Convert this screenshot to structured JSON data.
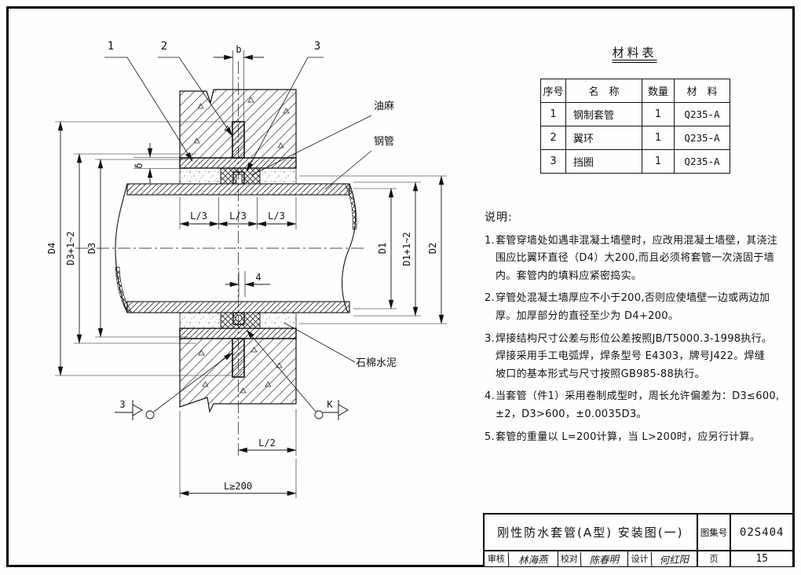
{
  "diagram": {
    "callout_1": "1",
    "callout_2": "2",
    "callout_3": "3",
    "dim_b": "b",
    "dim_delta": "δ",
    "dim_d4": "D4",
    "dim_d3_plus": "D3+1~2",
    "dim_d3": "D3",
    "dim_l3": "L/3",
    "dim_4": "4",
    "dim_d1": "D1",
    "dim_d1_plus": "D1+1~2",
    "dim_d2": "D2",
    "dim_l2": "L/2",
    "dim_l_min": "L≥200",
    "label_oakum": "油麻",
    "label_steel_pipe": "钢管",
    "label_asbestos_cement": "石棉水泥",
    "section_3": "3",
    "section_k": "K"
  },
  "materials_table": {
    "title": "材料表",
    "headers": [
      "序号",
      "名　称",
      "数量",
      "材　料"
    ],
    "rows": [
      [
        "1",
        "钢制套管",
        "1",
        "Q235-A"
      ],
      [
        "2",
        "翼环",
        "1",
        "Q235-A"
      ],
      [
        "3",
        "挡圈",
        "1",
        "Q235-A"
      ]
    ]
  },
  "notes": {
    "title": "说明:",
    "items": [
      {
        "num": "1.",
        "lines": [
          "套管穿墙处如遇非混凝土墙壁时，应改用混凝土墙壁，其浇注",
          "围应比翼环直径（D4）大200,而且必须将套管一次浇固于墙",
          "内。套管内的填料应紧密捣实。"
        ]
      },
      {
        "num": "2.",
        "lines": [
          "穿管处混凝土墙厚应不小于200,否则应使墙壁一边或两边加",
          "厚。加厚部分的直径至少为 D4+200。"
        ]
      },
      {
        "num": "3.",
        "lines": [
          "焊接结构尺寸公差与形位公差按照JB/T5000.3-1998执行。",
          "焊接采用手工电弧焊，焊条型号 E4303，牌号J422。焊缝",
          "坡口的基本形式与尺寸按照GB985-88执行。"
        ]
      },
      {
        "num": "4.",
        "lines": [
          "当套管（件1）采用卷制成型时，周长允许偏差为：D3≤600,",
          "±2，D3>600，±0.0035D3。"
        ]
      },
      {
        "num": "5.",
        "lines": [
          "套管的重量以 L=200计算，当 L>200时，应另行计算。"
        ]
      }
    ]
  },
  "title_block": {
    "title": "刚性防水套管(A型) 安装图(一)",
    "atlas_label": "图集号",
    "atlas_no": "02S404",
    "review_label": "审核",
    "review_sig": "林海燕",
    "check_label": "校对",
    "check_sig": "陈春明",
    "design_label": "设计",
    "design_sig": "何红阳",
    "page_label": "页",
    "page_no": "15"
  }
}
